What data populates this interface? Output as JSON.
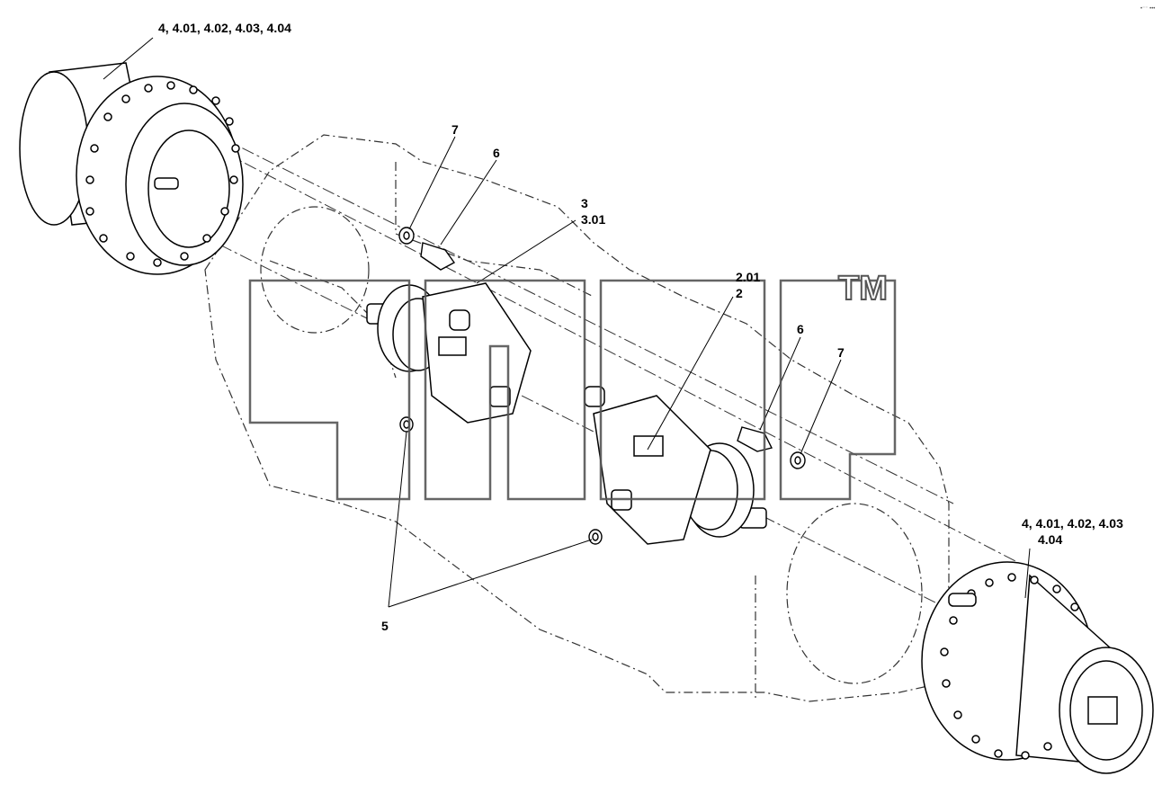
{
  "callouts": {
    "c4_left": "4, 4.01, 4.02, 4.03, 4.04",
    "c7_top": "7",
    "c6_top": "6",
    "c3": "3",
    "c3_01": "3.01",
    "c2_01": "2.01",
    "c2": "2",
    "c6_right": "6",
    "c7_right": "7",
    "c4_right_line1": "4, 4.01, 4.02, 4.03",
    "c4_right_line2": "4.04",
    "c5": "5"
  },
  "watermark": {
    "trademark": "TM"
  },
  "corner_mark": "•⁻⁻ •••",
  "colors": {
    "line": "#000000",
    "dashed": "#333333",
    "watermark_stroke": "#555555",
    "background": "#ffffff"
  }
}
